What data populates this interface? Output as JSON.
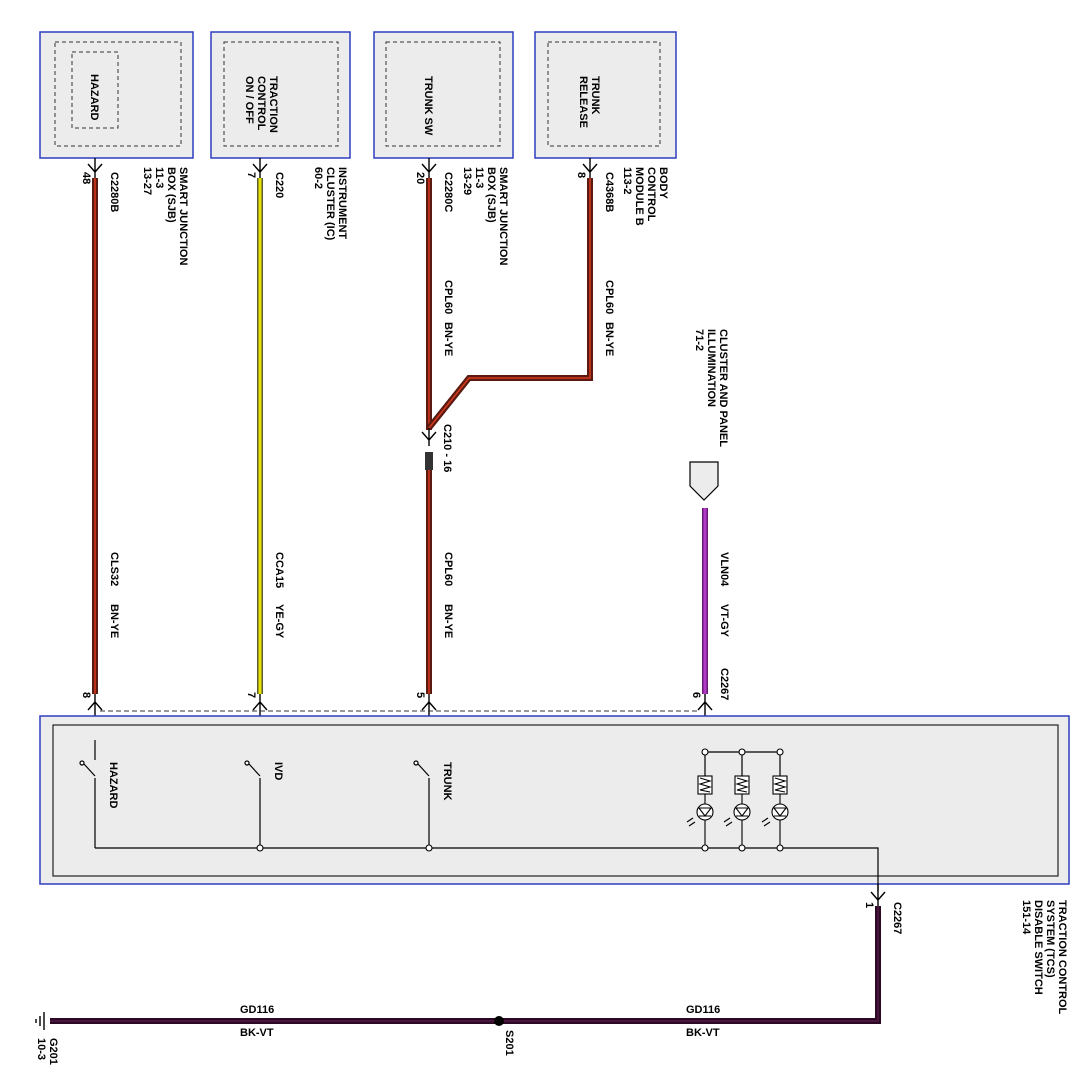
{
  "components": {
    "hazard": {
      "label": "HAZARD"
    },
    "traction": {
      "label_lines": [
        "TRACTION",
        "CONTROL",
        "ON / OFF"
      ]
    },
    "trunk_sw": {
      "label": "TRUNK SW"
    },
    "trunk_release": {
      "label_lines": [
        "TRUNK",
        "RELEASE"
      ]
    }
  },
  "modules": {
    "sjb1": {
      "lines": [
        "SMART JUNCTION",
        "BOX (SJB)",
        "11-3",
        "13-27"
      ]
    },
    "ic": {
      "lines": [
        "INSTRUMENT",
        "CLUSTER (IC)",
        "60-2"
      ]
    },
    "sjb2": {
      "lines": [
        "SMART JUNCTION",
        "BOX (SJB)",
        "11-3",
        "13-29"
      ]
    },
    "bcm": {
      "lines": [
        "BODY",
        "CONTROL",
        "MODULE B",
        "113-2"
      ]
    },
    "illum": {
      "lines": [
        "CLUSTER AND PANEL",
        "ILLUMINATION",
        "71-2"
      ]
    },
    "tcs": {
      "lines": [
        "TRACTION CONTROL",
        "SYSTEM (TCS)",
        "DISABLE SWITCH",
        "151-14"
      ]
    },
    "ground": {
      "lines": [
        "G201",
        "10-3"
      ]
    }
  },
  "connectors": {
    "hazard_top": {
      "pin": "48",
      "name": "C2280B"
    },
    "traction_top": {
      "pin": "7",
      "name": "C220"
    },
    "trunk_top": {
      "pin": "20",
      "name": "C2280C"
    },
    "release_top": {
      "pin": "8",
      "name": "C4368B"
    },
    "splice": {
      "name": "C210 - 16"
    },
    "hazard_bot": {
      "pin": "8"
    },
    "traction_bot": {
      "pin": "7"
    },
    "trunk_bot": {
      "pin": "5"
    },
    "illum_bot": {
      "pin": "6",
      "name": "C2267"
    },
    "tcs_out": {
      "pin": "1",
      "name": "C2267"
    },
    "splice_s201": {
      "name": "S201"
    }
  },
  "wires": {
    "hazard": {
      "circuit": "CLS32",
      "color": "BN-YE"
    },
    "traction": {
      "circuit": "CCA15",
      "color": "YE-GY"
    },
    "trunk_upper": {
      "circuit": "CPL60",
      "color": "BN-YE"
    },
    "release": {
      "circuit": "CPL60",
      "color": "BN-YE"
    },
    "trunk_lower": {
      "circuit": "CPL60",
      "color": "BN-YE"
    },
    "illum": {
      "circuit": "VLN04",
      "color": "VT-GY"
    },
    "ground_right": {
      "circuit": "GD116",
      "color": "BK-VT"
    },
    "ground_left": {
      "circuit": "GD116",
      "color": "BK-VT"
    }
  },
  "switch_labels": {
    "hazard": "HAZARD",
    "ivd": "IVD",
    "trunk": "TRUNK"
  },
  "colors": {
    "frame_blue": "#2e3fbf",
    "box_fill": "#ececec",
    "wire_brown": "#5a1a12",
    "wire_stripe_red": "#d83a1c",
    "wire_yellow": "#e6e400",
    "wire_violet": "#b23bc4",
    "wire_black": "#111111"
  }
}
